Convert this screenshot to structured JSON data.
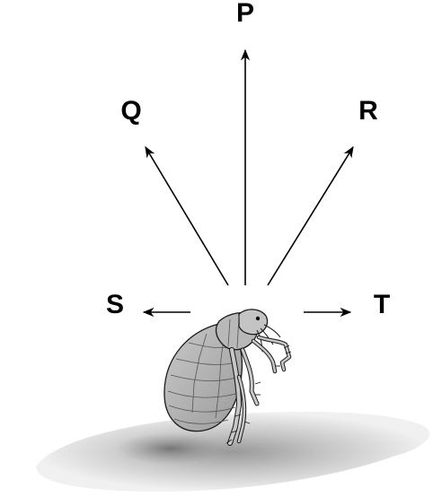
{
  "diagram": {
    "labels": {
      "P": "P",
      "Q": "Q",
      "R": "R",
      "S": "S",
      "T": "T"
    },
    "subject_icon": "flea-icon",
    "colors": {
      "arrow": "#000000",
      "flea_fill": "#b4b4b4",
      "flea_outline": "#1a1a1a",
      "surface_light": "#e6e6e6",
      "surface_dark": "#8a8a8a"
    }
  }
}
